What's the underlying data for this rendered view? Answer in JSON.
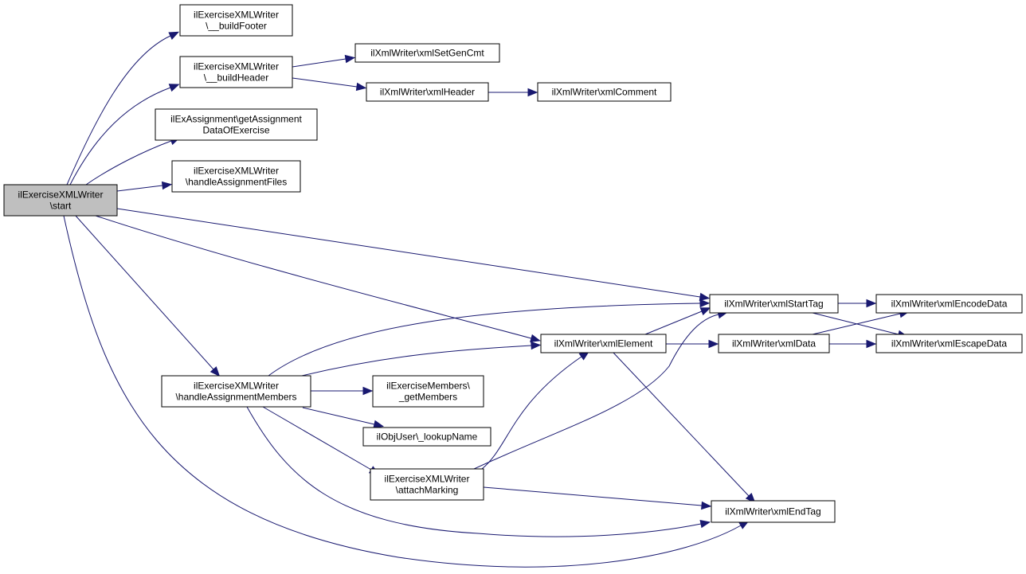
{
  "diagram": {
    "type": "call-graph",
    "edge_color": "#191970",
    "root_fill": "#bfbfbf",
    "nodes": [
      {
        "id": "start",
        "lines": [
          "ilExerciseXMLWriter",
          "\\start"
        ],
        "root": true
      },
      {
        "id": "buildFooter",
        "lines": [
          "ilExerciseXMLWriter",
          "\\__buildFooter"
        ]
      },
      {
        "id": "buildHeader",
        "lines": [
          "ilExerciseXMLWriter",
          "\\__buildHeader"
        ]
      },
      {
        "id": "getAssignmentData",
        "lines": [
          "ilExAssignment\\getAssignment",
          "DataOfExercise"
        ]
      },
      {
        "id": "handleAssignmentFiles",
        "lines": [
          "ilExerciseXMLWriter",
          "\\handleAssignmentFiles"
        ]
      },
      {
        "id": "xmlSetGenCmt",
        "lines": [
          "ilXmlWriter\\xmlSetGenCmt"
        ]
      },
      {
        "id": "xmlHeader",
        "lines": [
          "ilXmlWriter\\xmlHeader"
        ]
      },
      {
        "id": "xmlComment",
        "lines": [
          "ilXmlWriter\\xmlComment"
        ]
      },
      {
        "id": "xmlStartTag",
        "lines": [
          "ilXmlWriter\\xmlStartTag"
        ]
      },
      {
        "id": "xmlEncodeData",
        "lines": [
          "ilXmlWriter\\xmlEncodeData"
        ]
      },
      {
        "id": "xmlElement",
        "lines": [
          "ilXmlWriter\\xmlElement"
        ]
      },
      {
        "id": "xmlData",
        "lines": [
          "ilXmlWriter\\xmlData"
        ]
      },
      {
        "id": "xmlEscapeData",
        "lines": [
          "ilXmlWriter\\xmlEscapeData"
        ]
      },
      {
        "id": "handleAssignmentMembers",
        "lines": [
          "ilExerciseXMLWriter",
          "\\handleAssignmentMembers"
        ]
      },
      {
        "id": "getMembers",
        "lines": [
          "ilExerciseMembers\\",
          "_getMembers"
        ]
      },
      {
        "id": "lookupName",
        "lines": [
          "ilObjUser\\_lookupName"
        ]
      },
      {
        "id": "attachMarking",
        "lines": [
          "ilExerciseXMLWriter",
          "\\attachMarking"
        ]
      },
      {
        "id": "xmlEndTag",
        "lines": [
          "ilXmlWriter\\xmlEndTag"
        ]
      }
    ],
    "edges": [
      {
        "from": "start",
        "to": "buildFooter"
      },
      {
        "from": "start",
        "to": "buildHeader"
      },
      {
        "from": "start",
        "to": "getAssignmentData"
      },
      {
        "from": "start",
        "to": "handleAssignmentFiles"
      },
      {
        "from": "start",
        "to": "xmlStartTag"
      },
      {
        "from": "start",
        "to": "xmlElement"
      },
      {
        "from": "start",
        "to": "handleAssignmentMembers"
      },
      {
        "from": "start",
        "to": "xmlEndTag"
      },
      {
        "from": "buildHeader",
        "to": "xmlSetGenCmt"
      },
      {
        "from": "buildHeader",
        "to": "xmlHeader"
      },
      {
        "from": "xmlHeader",
        "to": "xmlComment"
      },
      {
        "from": "xmlStartTag",
        "to": "xmlEncodeData"
      },
      {
        "from": "xmlStartTag",
        "to": "xmlEscapeData"
      },
      {
        "from": "xmlElement",
        "to": "xmlStartTag"
      },
      {
        "from": "xmlElement",
        "to": "xmlData"
      },
      {
        "from": "xmlElement",
        "to": "xmlEndTag"
      },
      {
        "from": "xmlData",
        "to": "xmlEncodeData"
      },
      {
        "from": "xmlData",
        "to": "xmlEscapeData"
      },
      {
        "from": "handleAssignmentMembers",
        "to": "xmlStartTag"
      },
      {
        "from": "handleAssignmentMembers",
        "to": "xmlElement"
      },
      {
        "from": "handleAssignmentMembers",
        "to": "getMembers"
      },
      {
        "from": "handleAssignmentMembers",
        "to": "lookupName"
      },
      {
        "from": "handleAssignmentMembers",
        "to": "attachMarking"
      },
      {
        "from": "handleAssignmentMembers",
        "to": "xmlEndTag"
      },
      {
        "from": "attachMarking",
        "to": "xmlElement"
      },
      {
        "from": "attachMarking",
        "to": "xmlStartTag"
      },
      {
        "from": "attachMarking",
        "to": "xmlEndTag"
      }
    ]
  }
}
